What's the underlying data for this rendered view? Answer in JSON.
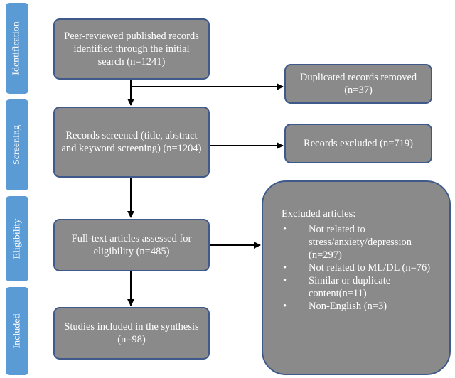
{
  "stages": [
    "Identification",
    "Screening",
    "Eligibility",
    "Included"
  ],
  "boxes": {
    "identified": "Peer-reviewed published records identified through the initial search (n=1241)",
    "duplicates": "Duplicated records removed (n=37)",
    "screened": "Records screened (title, abstract and keyword screening) (n=1204)",
    "excluded_records": "Records excluded (n=719)",
    "fulltext": "Full-text articles assessed for eligibility (n=485)",
    "included": "Studies included in the synthesis (n=98)"
  },
  "excluded_articles": {
    "title": "Excluded articles:",
    "bullet": "•",
    "items": [
      "Not related to stress/anxiety/depression (n=297)",
      "Not related to ML/DL (n=76)",
      "Similar or duplicate content(n=11)",
      "Non-English (n=3)"
    ]
  },
  "colors": {
    "stage_fill": "#5b9bd5",
    "box_fill": "#8a8a8a",
    "box_border": "#3f5a8a",
    "arrow": "#000000"
  }
}
